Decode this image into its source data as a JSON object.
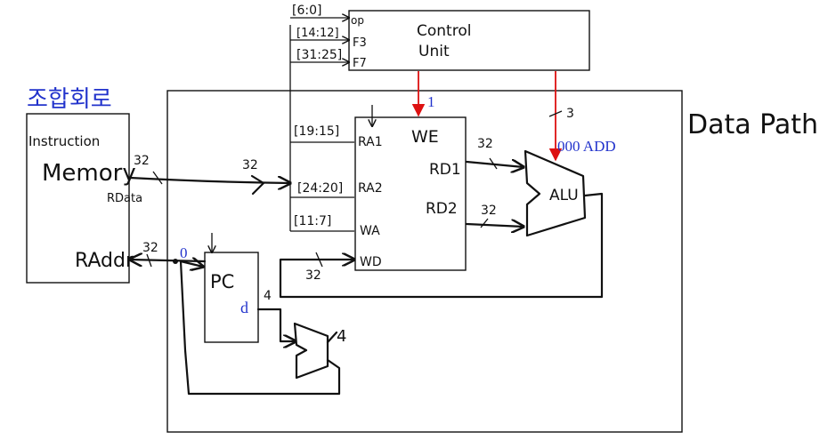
{
  "title_left": "조합회로",
  "datapath_label": "Data Path",
  "instruction_memory": {
    "name_line1": "Instruction",
    "name_line2": "Memory",
    "rdata_port": "RData",
    "raddr_port": "RAddr",
    "rdata_width": "32",
    "raddr_width": "32"
  },
  "control_unit": {
    "line1": "Control",
    "line2": "Unit",
    "ports": [
      "op",
      "F3",
      "F7"
    ]
  },
  "bitfields": [
    "[6:0]",
    "[14:12]",
    "[31:25]",
    "[19:15]",
    "[24:20]",
    "[11:7]"
  ],
  "instr_bus_width": "32",
  "register_file": {
    "we": "WE",
    "ports_in": [
      "RA1",
      "RA2",
      "WA",
      "WD"
    ],
    "ports_out": [
      "RD1",
      "RD2"
    ],
    "wd_width": "32",
    "rd1_width": "32",
    "rd2_width": "32"
  },
  "alu": {
    "label": "ALU",
    "ctrl_width": "3",
    "op_note": "000 ADD"
  },
  "we_signal": "1",
  "pc": {
    "label": "PC",
    "in_mark": "0",
    "d_mark": "d",
    "out_width": "4"
  },
  "adder_const": "4"
}
